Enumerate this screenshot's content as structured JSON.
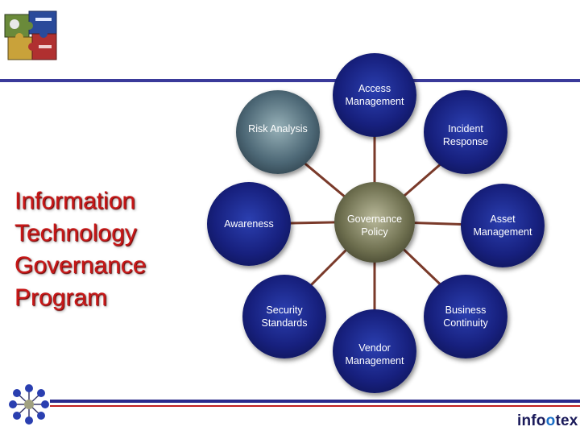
{
  "title": "Information\nTechnology\nGovernance\nProgram",
  "brand": {
    "pre": "info",
    "o": "o",
    "post": "tex"
  },
  "nodes": {
    "access": "Access Management",
    "risk": "Risk Analysis",
    "incident": "Incident Response",
    "awareness": "Awareness",
    "center": "Governance Policy",
    "asset": "Asset Management",
    "security": "Security Standards",
    "business": "Business Continuity",
    "vendor": "Vendor Management"
  },
  "colors": {
    "title": "#c81818",
    "node_blue": "#17207e",
    "node_risk": "#4d6876",
    "node_center": "#6e6f4f",
    "connector": "#7a3a2a",
    "rule_blue": "#2a2a8c",
    "rule_red": "#c02020"
  }
}
